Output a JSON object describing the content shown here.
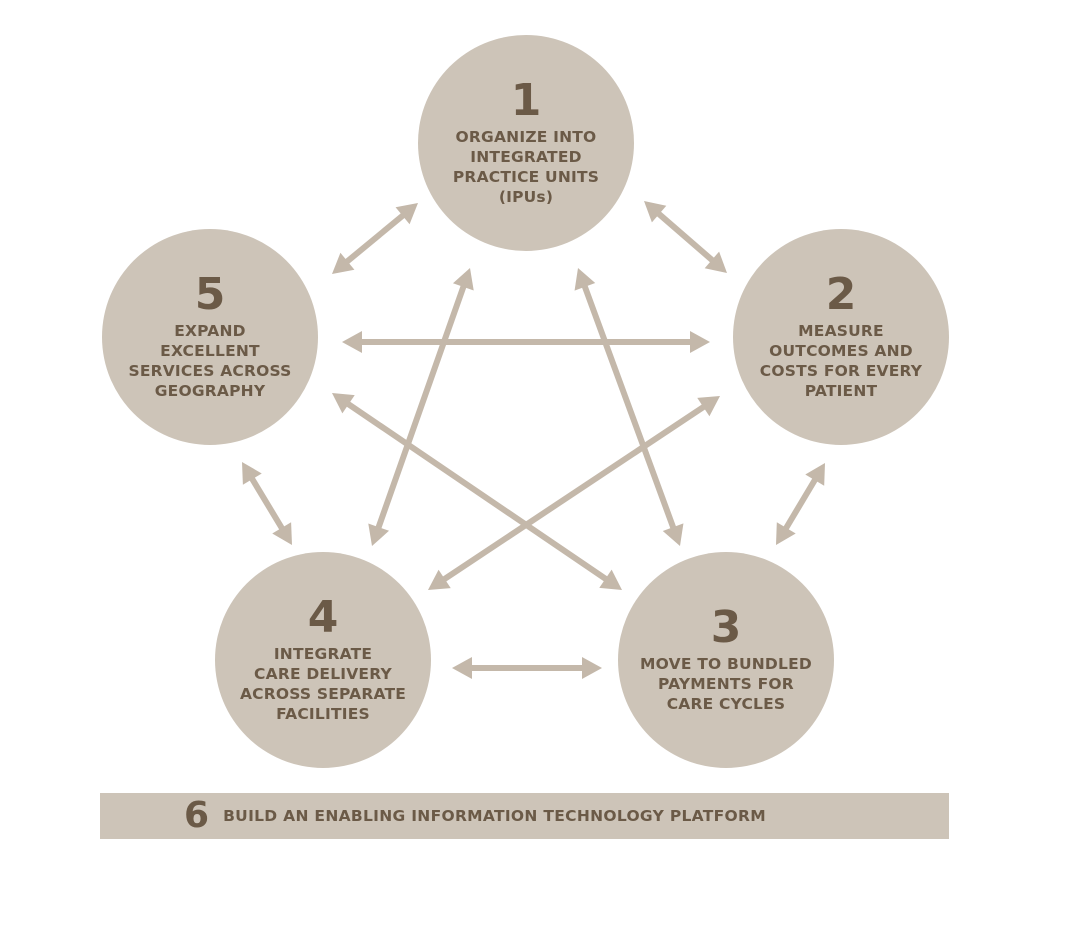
{
  "colors": {
    "fill": "#cdc4b8",
    "arrow": "#c4b8aa",
    "text": "#6b5a47"
  },
  "steps": [
    {
      "number": "1",
      "label": "ORGANIZE INTO\nINTEGRATED\nPRACTICE UNITS\n(IPUs)"
    },
    {
      "number": "2",
      "label": "MEASURE\nOUTCOMES AND\nCOSTS FOR EVERY\nPATIENT"
    },
    {
      "number": "3",
      "label": "MOVE TO BUNDLED\nPAYMENTS FOR\nCARE CYCLES"
    },
    {
      "number": "4",
      "label": "INTEGRATE\nCARE DELIVERY\nACROSS SEPARATE\nFACILITIES"
    },
    {
      "number": "5",
      "label": "EXPAND\nEXCELLENT\nSERVICES ACROSS\nGEOGRAPHY"
    }
  ],
  "platform": {
    "number": "6",
    "label": "BUILD AN ENABLING INFORMATION TECHNOLOGY PLATFORM"
  }
}
